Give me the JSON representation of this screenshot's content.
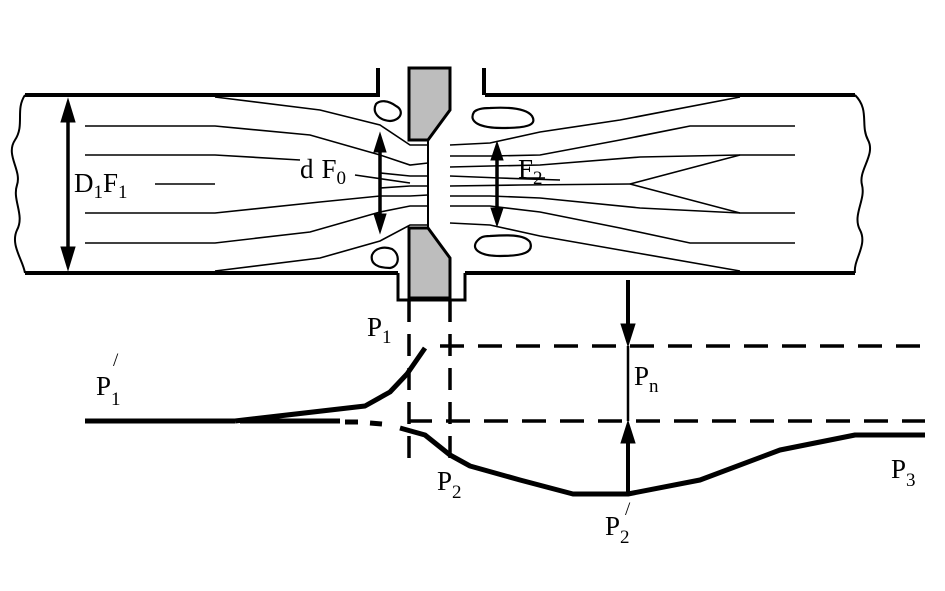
{
  "labels": {
    "pipe_diameter": {
      "main": "D",
      "sub": "1"
    },
    "pipe_area": {
      "main": "F",
      "sub": "1"
    },
    "orifice_diameter": {
      "main": "d"
    },
    "orifice_area": {
      "main": "F",
      "sub": "0"
    },
    "contraction_area": {
      "main": "F",
      "sub": "2"
    },
    "pressure_p1": {
      "main": "P",
      "sub": "1"
    },
    "pressure_p1_prime": {
      "main": "P",
      "sub": "1",
      "sup": "/"
    },
    "pressure_p2": {
      "main": "P",
      "sub": "2"
    },
    "pressure_p2_prime": {
      "main": "P",
      "sub": "2",
      "sup": "/"
    },
    "pressure_p3": {
      "main": "P",
      "sub": "3"
    },
    "pressure_loss": {
      "main": "P",
      "sub": "n"
    }
  },
  "colors": {
    "ink": "#000000",
    "orifice_plate_fill": "#bdbdbd",
    "background": "#ffffff"
  }
}
